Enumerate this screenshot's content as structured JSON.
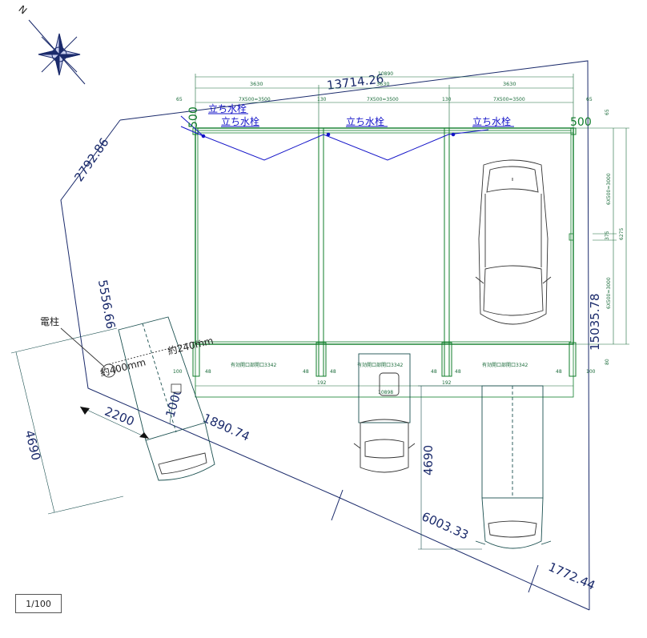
{
  "scale": "1/100",
  "north": "N",
  "boundary": {
    "top_left_slope": "2792.86",
    "left_side": "5556.66",
    "top_edge": "13714.26",
    "bottom_a": "1890.74",
    "bottom_b": "6003.33",
    "bottom_c": "1772.44"
  },
  "pole_label": "電柱",
  "pole_note": "約400mm",
  "pole_note2": "約240mm",
  "car_dims": {
    "length": "4690",
    "width": "2200",
    "gap": "1000"
  },
  "car_length_right": "4690",
  "carport": {
    "total_width": "10890",
    "bay": "3630",
    "post_span": "7X500=3500",
    "edge": "65",
    "mid": "130",
    "beam": "500",
    "depth_total": "6275",
    "depth_a": "6X500=3000",
    "depth_b": "375",
    "depth_c": "6X500=3000",
    "depth_edge": "65",
    "bottom_edge": "80",
    "depth_big": "15035.78",
    "opening": "有効開口部開口3342",
    "post": "48",
    "post_gap": "192",
    "left_in": "100",
    "right_in": "100",
    "inner": "10898"
  },
  "tap_label": "立ち水栓",
  "roof_label": "500"
}
